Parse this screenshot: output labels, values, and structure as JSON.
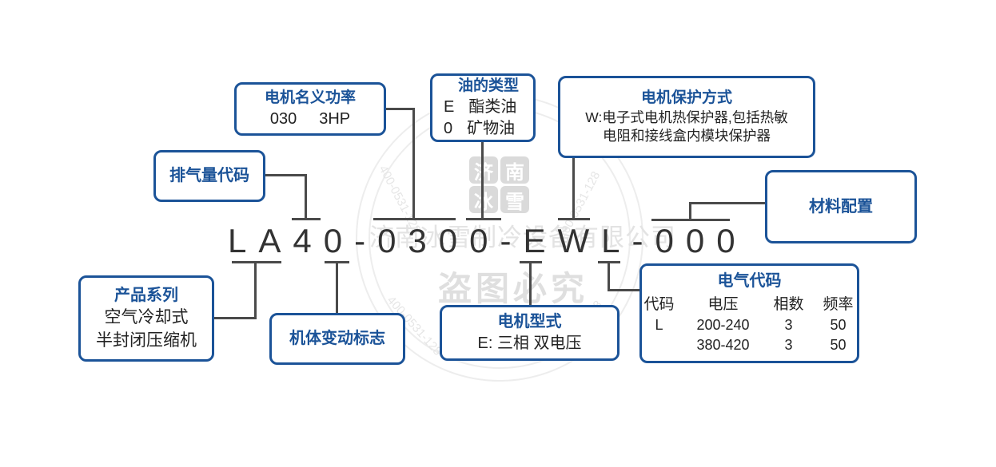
{
  "model_code": "LA40-0300-EWL-000",
  "colors": {
    "accent": "#1b5398",
    "line": "#4a4a4a",
    "text": "#333333"
  },
  "boxes": {
    "motor_power": {
      "title": "电机名义功率",
      "code": "030",
      "value": "3HP"
    },
    "oil_type": {
      "title": "油的类型",
      "rows": [
        {
          "code": "E",
          "name": "酯类油"
        },
        {
          "code": "0",
          "name": "矿物油"
        }
      ]
    },
    "motor_protection": {
      "title": "电机保护方式",
      "line1": "W:电子式电机热保护器,包括热敏",
      "line2": "电阻和接线盒内模块保护器"
    },
    "displacement": {
      "title": "排气量代码"
    },
    "material": {
      "title": "材料配置"
    },
    "product_series": {
      "title": "产品系列",
      "line1": "空气冷却式",
      "line2": "半封闭压缩机"
    },
    "body_mark": {
      "title": "机体变动标志"
    },
    "motor_type": {
      "title": "电机型式",
      "body": "E: 三相 双电压"
    },
    "electrical": {
      "title": "电气代码",
      "headers": [
        "代码",
        "电压",
        "相数",
        "频率"
      ],
      "rows": [
        [
          "L",
          "200-240",
          "3",
          "50"
        ],
        [
          "",
          "380-420",
          "3",
          "50"
        ]
      ]
    }
  },
  "watermark": {
    "logo_chars": [
      "济",
      "南",
      "冰",
      "雪"
    ],
    "company": "济南冰雪制冷设备有限公司",
    "anti_theft": "盗图必究",
    "phone": "400-0531-128"
  }
}
